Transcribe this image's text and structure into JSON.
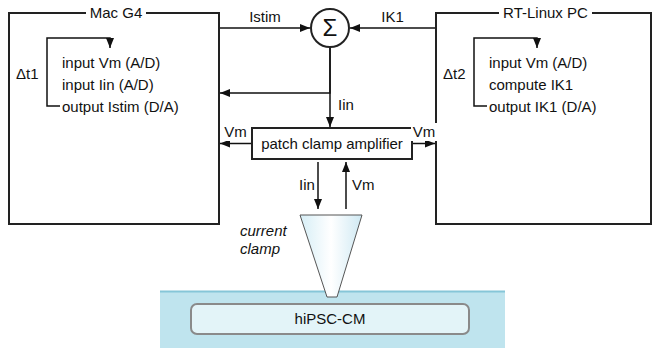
{
  "diagram": {
    "nodes": [
      {
        "text": [
          "Mac G4",
          "input Vm (A/D)",
          "input Iin (A/D)",
          "output Istim (D/A)",
          "Δt1"
        ]
      },
      {
        "text": [
          "Σ"
        ]
      },
      {
        "text": [
          "RT-Linux PC",
          "input Vm (A/D)",
          "compute IK1",
          "output IK1 (D/A)",
          "Δt2"
        ]
      },
      {
        "text": [
          "patch clamp amplifier"
        ]
      },
      {
        "text": [
          "hiPSC-CM"
        ]
      }
    ],
    "edges": [
      {
        "from": 0,
        "to": 1,
        "label": "Istim",
        "arrow": "to"
      },
      {
        "from": 2,
        "to": 1,
        "label": "IK1",
        "arrow": "to"
      },
      {
        "from": 1,
        "to": 3,
        "label": "Iin",
        "arrow": "to"
      },
      {
        "from": 1,
        "to": 0,
        "arrow": "to"
      },
      {
        "from": 3,
        "to": 0,
        "label": "Vm",
        "arrow": "to"
      },
      {
        "from": 3,
        "to": 2,
        "label": "Vm",
        "arrow": "to"
      }
    ],
    "labels": [
      "Iin",
      "Vm",
      "current clamp"
    ]
  }
}
